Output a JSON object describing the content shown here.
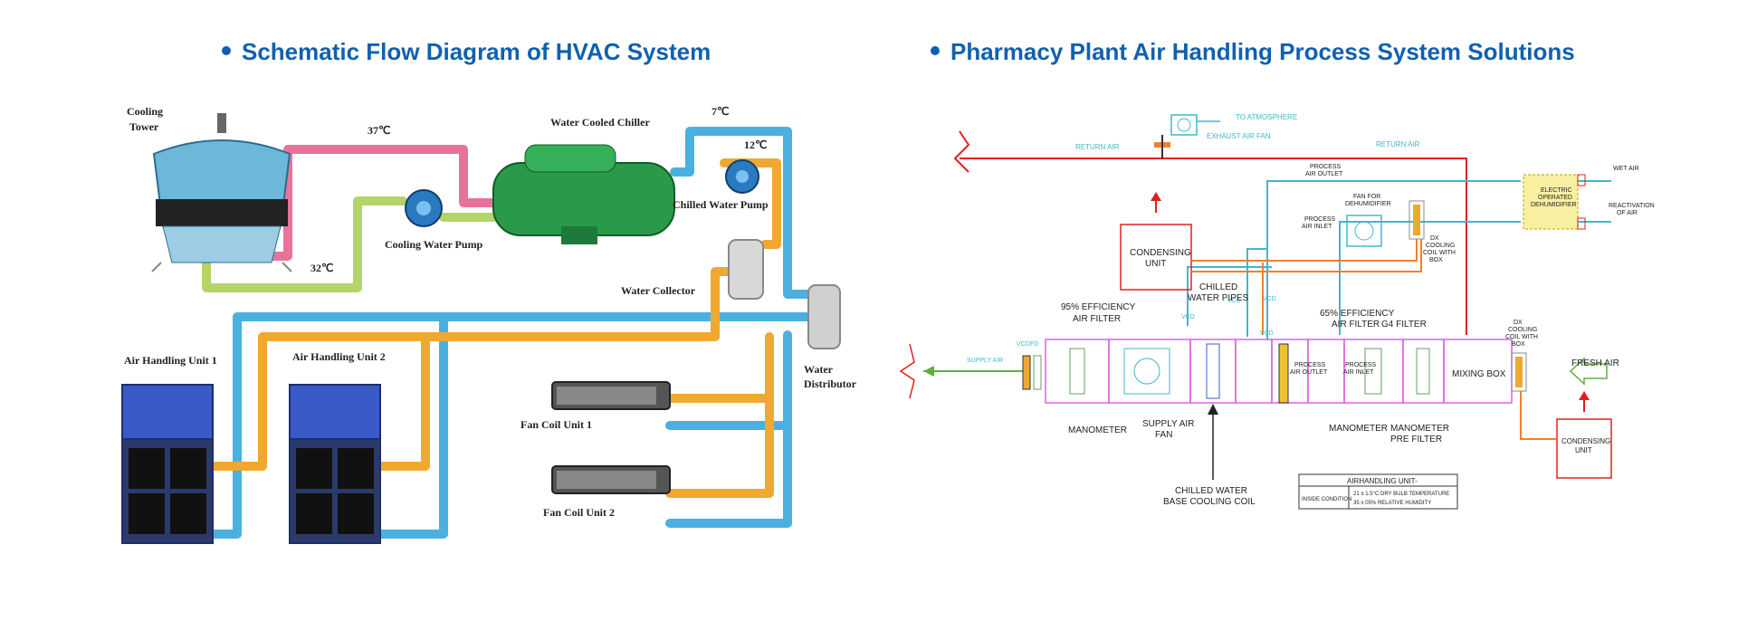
{
  "colors": {
    "heading": "#1060b0",
    "pipe_hot": "#e8739a",
    "pipe_cool_green": "#b4d46a",
    "pipe_chilled": "#4ab0e0",
    "pipe_orange": "#f0a830",
    "red_line": "#e02020",
    "cyan_line": "#40b8c8",
    "orange_line": "#f08030",
    "magenta_box": "#e060e0"
  },
  "left": {
    "heading": "Schematic Flow Diagram of HVAC System",
    "labels": {
      "cooling_tower_line1": "Cooling",
      "cooling_tower_line2": "Tower",
      "temp_37": "37℃",
      "temp_32": "32℃",
      "temp_7": "7℃",
      "temp_12": "12℃",
      "chiller": "Water Cooled Chiller",
      "cooling_pump": "Cooling  Water Pump",
      "chilled_pump": "Chilled  Water Pump",
      "water_collector": "Water Collector",
      "water_distributor_line1": "Water",
      "water_distributor_line2": "Distributor",
      "ahu1": "Air Handling Unit 1",
      "ahu2": "Air Handling Unit 2",
      "fcu1": "Fan Coil Unit 1",
      "fcu2": "Fan Coil Unit 2"
    }
  },
  "right": {
    "heading": "Pharmacy Plant Air Handling Process System Solutions",
    "labels": {
      "to_atmosphere": "TO ATMOSPHERE",
      "exhaust_fan": "EXHAUST AIR FAN",
      "return_air_1": "RETURN AIR",
      "return_air_2": "RETURN AIR",
      "process_air_outlet_top_1": "PROCESS",
      "process_air_outlet_top_2": "AIR OUTLET",
      "wet_air": "WET AIR",
      "reactivation_1": "REACTIVATION",
      "reactivation_2": "OF AIR",
      "dehumidifier_1": "ELECTRIC",
      "dehumidifier_2": "OPERATED",
      "dehumidifier_3": "DEHUMIDIFIER",
      "fan_dehumidifier_1": "FAN FOR",
      "fan_dehumidifier_2": "DEHUMIDIFIER",
      "process_air_inlet_top_1": "PROCESS",
      "process_air_inlet_top_2": "AIR INLET",
      "dx_coil_top_1": "DX",
      "dx_coil_top_2": "COOLING",
      "dx_coil_top_3": "COIL WITH",
      "dx_coil_top_4": "BOX",
      "condensing_unit_top_1": "CONDENSING",
      "condensing_unit_top_2": "UNIT",
      "chilled_water_pipes_1": "CHILLED",
      "chilled_water_pipes_2": "WATER PIPES",
      "vcd_1": "VCD",
      "vcd_2": "VCD",
      "vcd_3": "VCD",
      "vcd_4": "VCD",
      "vcd_5": "VCD",
      "fd": "FD",
      "eff95_1": "95% EFFICIENCY",
      "eff95_2": "AIR FILTER",
      "eff65_1": "65% EFFICIENCY",
      "eff65_2": "AIR FILTER",
      "g4": "G4 FILTER",
      "supply_air": "SUPPLY AIR",
      "proc_out_1": "PROCESS",
      "proc_out_2": "AIR OUTLET",
      "proc_in_1": "PROCESS",
      "proc_in_2": "AIR INLET",
      "mixing_box": "MIXING BOX",
      "dx_coil_bot_1": "DX",
      "dx_coil_bot_2": "COOLING",
      "dx_coil_bot_3": "COIL WITH",
      "dx_coil_bot_4": "BOX",
      "fresh_air": "FRESH AIR",
      "manometer_1": "MANOMETER",
      "supply_fan_1": "SUPPLY AIR",
      "supply_fan_2": "FAN",
      "manometer_2": "MANOMETER",
      "manometer_3": "MANOMETER",
      "pre_filter": "PRE FILTER",
      "condensing_unit_bot_1": "CONDENSING",
      "condensing_unit_bot_2": "UNIT",
      "chilled_coil_1": "CHILLED WATER",
      "chilled_coil_2": "BASE COOLING COIL",
      "table_title": "AIRHANDLING UNIT-",
      "table_key": "INSIDE CONDITION",
      "table_val_1": "21 ± 1.5°C DRY BULB TEMPERATURE",
      "table_val_2": "35 ± 05% RELATIVE HUMIDITY"
    }
  }
}
